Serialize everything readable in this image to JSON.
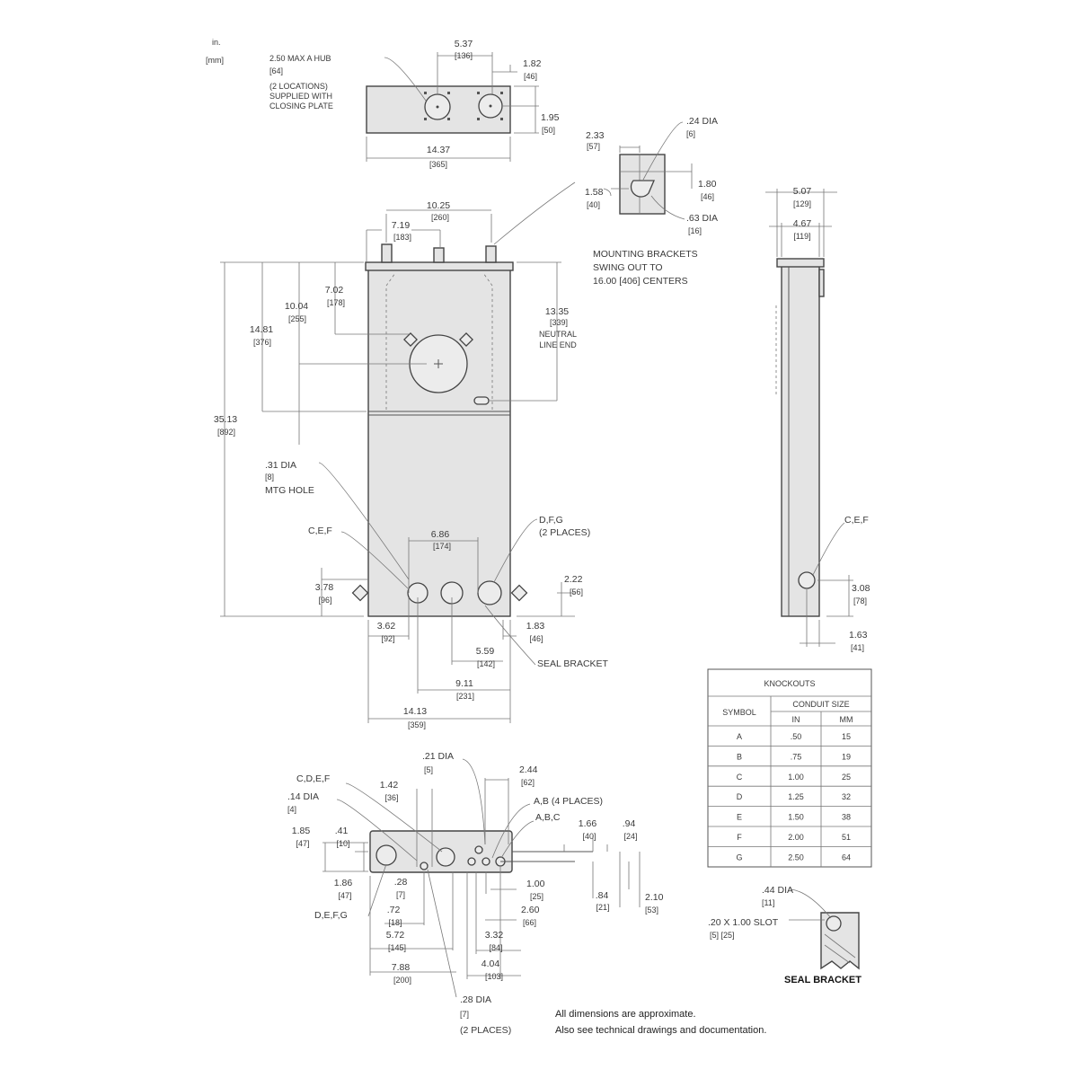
{
  "units": {
    "in": "in.",
    "mm": "[mm]"
  },
  "top_view": {
    "hub": "2.50 MAX A HUB",
    "hub_mm": "[64]",
    "loc1": "(2 LOCATIONS)",
    "loc2": "SUPPLIED WITH",
    "loc3": "CLOSING PLATE",
    "d537": "5.37",
    "d537_mm": "[136]",
    "d182": "1.82",
    "d182_mm": "[46]",
    "d195": "1.95",
    "d195_mm": "[50]",
    "d1437": "14.37",
    "d1437_mm": "[365]"
  },
  "bracket_detail": {
    "d233": "2.33",
    "d233_mm": "[57]",
    "d24": ".24 DIA",
    "d24_mm": "[6]",
    "d180": "1.80",
    "d180_mm": "[46]",
    "d158": "1.58",
    "d158_mm": "[40]",
    "d63": ".63 DIA",
    "d63_mm": "[16]",
    "note1": "MOUNTING BRACKETS",
    "note2": "SWING OUT TO",
    "note3": "16.00 [406] CENTERS"
  },
  "front_view": {
    "d1025": "10.25",
    "d1025_mm": "[260]",
    "d719": "7.19",
    "d719_mm": "[183]",
    "d702": "7.02",
    "d702_mm": "[178]",
    "d1004": "10.04",
    "d1004_mm": "[255]",
    "d1481": "14.81",
    "d1481_mm": "[376]",
    "d3513": "35.13",
    "d3513_mm": "[892]",
    "d1335": "13.35",
    "d1335_mm": "[339]",
    "neutral1": "NEUTRAL",
    "neutral2": "LINE END",
    "mtg1": ".31 DIA",
    "mtg2": "[8]",
    "mtg3": "MTG HOLE",
    "cef": "C,E,F",
    "dfg1": "D,F,G",
    "dfg2": "(2 PLACES)",
    "d686": "6.86",
    "d686_mm": "[174]",
    "d378": "3.78",
    "d378_mm": "[96]",
    "d222": "2.22",
    "d222_mm": "[56]",
    "d362": "3.62",
    "d362_mm": "[92]",
    "d183": "1.83",
    "d183_mm": "[46]",
    "d559": "5.59",
    "d559_mm": "[142]",
    "seal": "SEAL BRACKET",
    "d911": "9.11",
    "d911_mm": "[231]",
    "d1413": "14.13",
    "d1413_mm": "[359]"
  },
  "side_view": {
    "d507": "5.07",
    "d507_mm": "[129]",
    "d467": "4.67",
    "d467_mm": "[119]",
    "cef": "C,E,F",
    "d308": "3.08",
    "d308_mm": "[78]",
    "d163": "1.63",
    "d163_mm": "[41]"
  },
  "knockouts": {
    "title": "KNOCKOUTS",
    "symbol_header": "SYMBOL",
    "conduit_header": "CONDUIT SIZE",
    "in_header": "IN",
    "mm_header": "MM",
    "rows": [
      {
        "symbol": "A",
        "in": ".50",
        "mm": "15"
      },
      {
        "symbol": "B",
        "in": ".75",
        "mm": "19"
      },
      {
        "symbol": "C",
        "in": "1.00",
        "mm": "25"
      },
      {
        "symbol": "D",
        "in": "1.25",
        "mm": "32"
      },
      {
        "symbol": "E",
        "in": "1.50",
        "mm": "38"
      },
      {
        "symbol": "F",
        "in": "2.00",
        "mm": "51"
      },
      {
        "symbol": "G",
        "in": "2.50",
        "mm": "64"
      }
    ]
  },
  "bottom_view": {
    "cdef": "C,D,E,F",
    "d14": ".14 DIA",
    "d14_mm": "[4]",
    "d142": "1.42",
    "d142_mm": "[36]",
    "d21": ".21 DIA",
    "d21_mm": "[5]",
    "d244": "2.44",
    "d244_mm": "[62]",
    "ab": "A,B (4 PLACES)",
    "abc": "A,B,C",
    "d185": "1.85",
    "d185_mm": "[47]",
    "d41": ".41",
    "d41_mm": "[10]",
    "d166": "1.66",
    "d166_mm": "[40]",
    "d94": ".94",
    "d94_mm": "[24]",
    "d186": "1.86",
    "d186_mm": "[47]",
    "d28": ".28",
    "d28_mm": "[7]",
    "defg": "D,E,F,G",
    "d72": ".72",
    "d72_mm": "[18]",
    "d100": "1.00",
    "d100_mm": "[25]",
    "d260": "2.60",
    "d260_mm": "[66]",
    "d84": ".84",
    "d84_mm": "[21]",
    "d210": "2.10",
    "d210_mm": "[53]",
    "d572": "5.72",
    "d572_mm": "[145]",
    "d332": "3.32",
    "d332_mm": "[84]",
    "d788": "7.88",
    "d788_mm": "[200]",
    "d404": "4.04",
    "d404_mm": "[103]",
    "d28dia": ".28 DIA",
    "d28dia_mm": "[7]",
    "d28dia_places": "(2 PLACES)"
  },
  "seal_bracket": {
    "d44": ".44 DIA",
    "d44_mm": "[11]",
    "slot": ".20 X 1.00 SLOT",
    "slot_mm": "[5]   [25]",
    "label": "SEAL BRACKET"
  },
  "footnote": {
    "line1": "All dimensions are approximate.",
    "line2": "Also see technical drawings and documentation."
  }
}
